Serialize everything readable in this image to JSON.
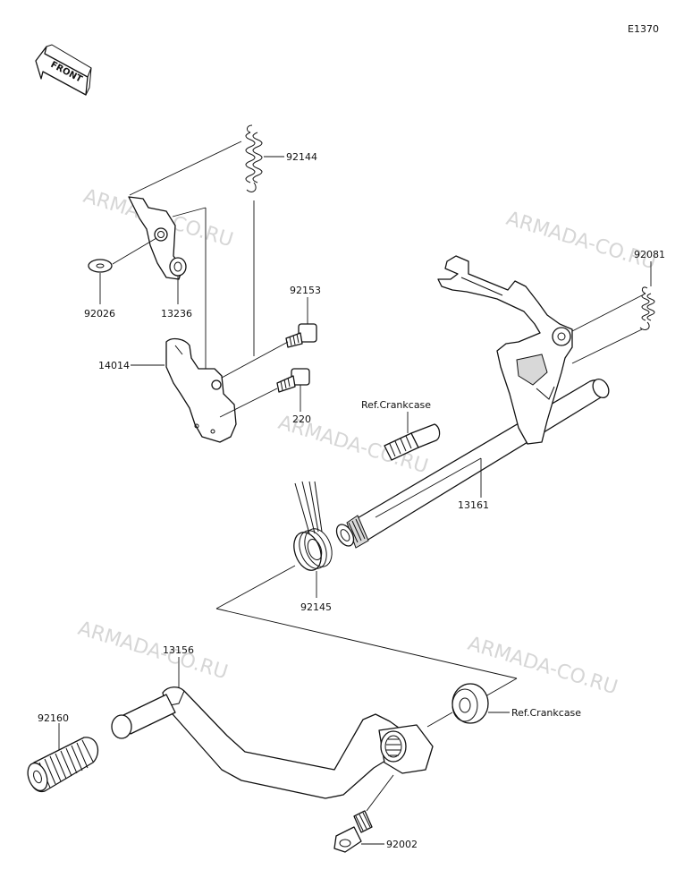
{
  "diagram_code": "E1370",
  "front_label": "FRONT",
  "watermark_text": "ARMADA-CO.RU",
  "parts": {
    "spring_top": "92144",
    "washer": "92026",
    "collar": "13236",
    "lever_assy": "14014",
    "bolt_a": "92153",
    "bolt_b": "220",
    "ref_crankcase_upper": "Ref.Crankcase",
    "shift_shaft": "13161",
    "return_spring_small": "92081",
    "torsion_spring": "92145",
    "pedal": "13156",
    "pedal_rubber": "92160",
    "bolt_pedal": "92002",
    "ref_crankcase_lower": "Ref.Crankcase"
  },
  "colors": {
    "line": "#111111",
    "watermark": "#c9c9c9",
    "background": "#ffffff"
  }
}
